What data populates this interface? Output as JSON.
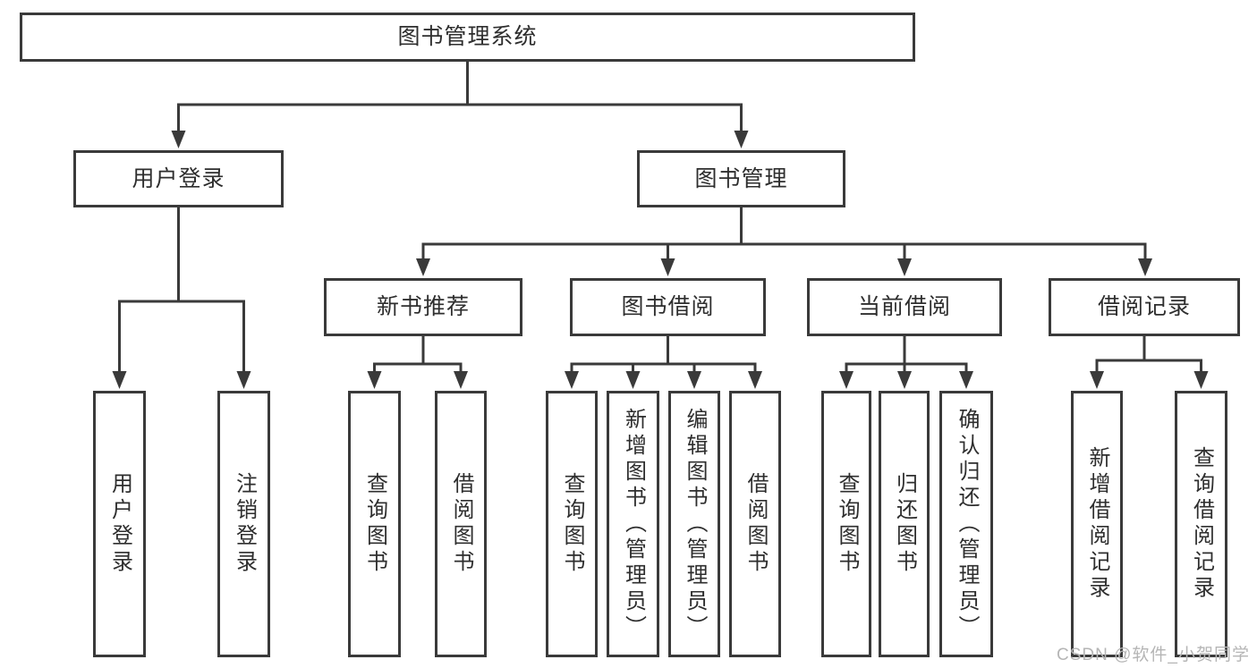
{
  "colors": {
    "line": "#3a3a3a",
    "text": "#2e2e2e",
    "watermark": "#b5b5b5",
    "background": "#ffffff"
  },
  "watermark": {
    "text": "CSDN @软件_小贺同学"
  },
  "diagram": {
    "root": {
      "label": "图书管理系统"
    },
    "level2": [
      {
        "label": "用户登录"
      },
      {
        "label": "图书管理"
      }
    ],
    "level3": [
      {
        "label": "新书推荐",
        "parent": "图书管理"
      },
      {
        "label": "图书借阅",
        "parent": "图书管理"
      },
      {
        "label": "当前借阅",
        "parent": "图书管理"
      },
      {
        "label": "借阅记录",
        "parent": "图书管理"
      }
    ],
    "leaves": [
      {
        "label": "用户登录",
        "parent": "用户登录"
      },
      {
        "label": "注销登录",
        "parent": "用户登录"
      },
      {
        "label": "查询图书",
        "parent": "新书推荐"
      },
      {
        "label": "借阅图书",
        "parent": "新书推荐"
      },
      {
        "label": "查询图书",
        "parent": "图书借阅"
      },
      {
        "label": "新增图书（管理员）",
        "parent": "图书借阅"
      },
      {
        "label": "编辑图书（管理员）",
        "parent": "图书借阅"
      },
      {
        "label": "借阅图书",
        "parent": "图书借阅"
      },
      {
        "label": "查询图书",
        "parent": "当前借阅"
      },
      {
        "label": "归还图书",
        "parent": "当前借阅"
      },
      {
        "label": "确认归还（管理员）",
        "parent": "当前借阅"
      },
      {
        "label": "新增借阅记录",
        "parent": "借阅记录"
      },
      {
        "label": "查询借阅记录",
        "parent": "借阅记录"
      }
    ]
  }
}
